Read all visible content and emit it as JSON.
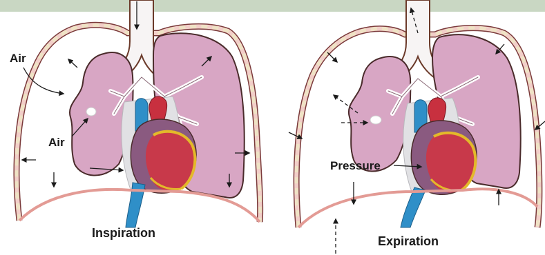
{
  "colors": {
    "band": "#c9d7c3",
    "lung_fill": "#d8a6c4",
    "lung_edge": "#4a2b2b",
    "pleura": "#f2cfc9",
    "rib": "#efe3c5",
    "trachea": "#f7f4f4",
    "mediastinum": "#e1e1e4",
    "heart_red": "#c8394a",
    "heart_purple": "#8a5a80",
    "heart_yellow": "#e3b92a",
    "vessel_blue": "#2f8fc8",
    "aorta_red": "#c8303f",
    "diaphragm": "#e39b95",
    "arrow": "#1a1a1a"
  },
  "left_panel": {
    "label_air_top": "Air",
    "label_air_mid": "Air",
    "caption": "Inspiration"
  },
  "right_panel": {
    "label_pressure": "Pressure",
    "caption": "Expiration"
  }
}
